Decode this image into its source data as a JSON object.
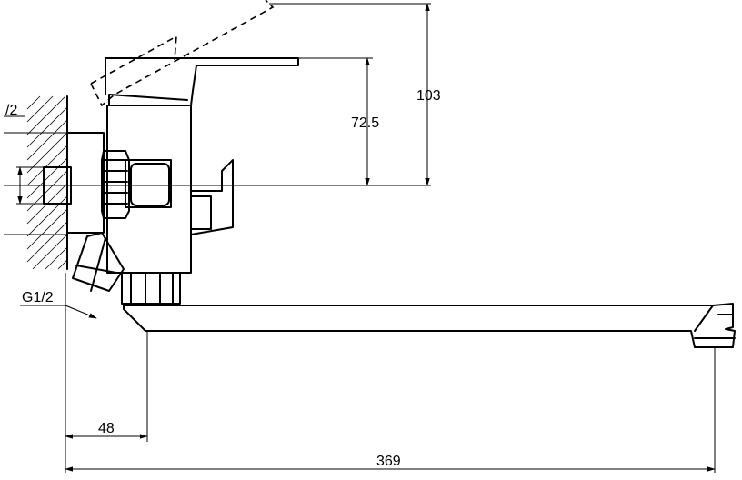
{
  "dimensions": {
    "height_total": "103",
    "height_handle": "72.5",
    "thread_left": "/2",
    "thread_inlet": "G1/2",
    "offset": "48",
    "spout_reach": "369"
  },
  "colors": {
    "line": "#000000",
    "background": "#ffffff"
  }
}
